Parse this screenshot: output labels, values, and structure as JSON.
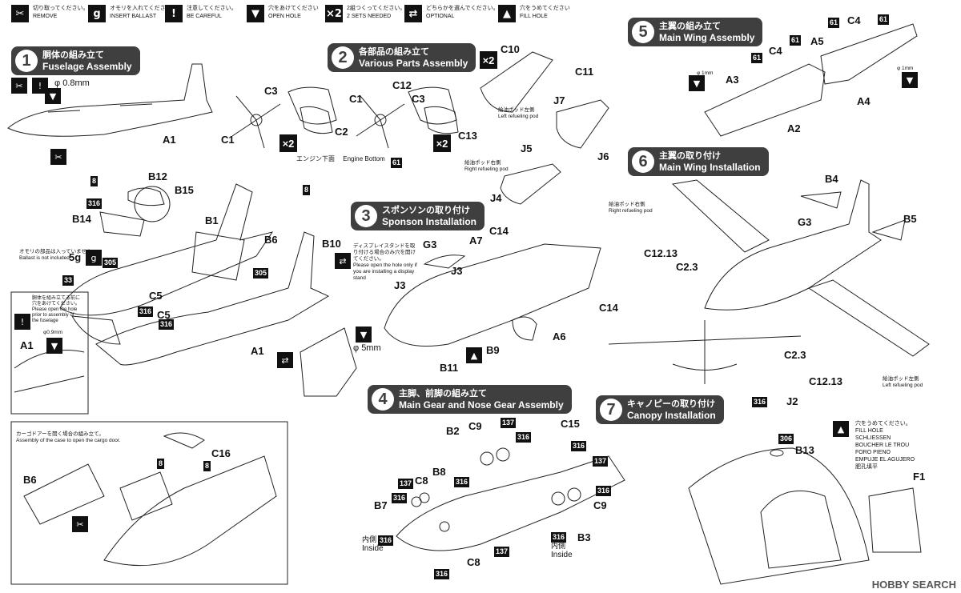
{
  "legend": [
    {
      "icon_char": "✂",
      "jp": "切り取ってください。",
      "en": "REMOVE",
      "name": "remove-icon"
    },
    {
      "icon_char": "g",
      "jp": "オモリを入れてください",
      "en": "INSERT BALLAST",
      "name": "ballast-icon"
    },
    {
      "icon_char": "!",
      "jp": "注意してください。",
      "en": "BE CAREFUL",
      "name": "caution-icon"
    },
    {
      "icon_char": "▼",
      "jp": "穴をあけてください",
      "en": "OPEN HOLE",
      "name": "open-hole-icon"
    },
    {
      "icon_char": "×2",
      "jp": "2組つくってください。",
      "en": "2 SETS NEEDED",
      "name": "two-sets-icon"
    },
    {
      "icon_char": "⇄",
      "jp": "どちらかを選んでください。",
      "en": "OPTIONAL",
      "name": "optional-icon"
    },
    {
      "icon_char": "▲",
      "jp": "穴をうめてください",
      "en": "FILL HOLE",
      "name": "fill-hole-icon"
    }
  ],
  "steps": [
    {
      "num": "1",
      "jp": "胴体の組み立て",
      "en": "Fuselage Assembly"
    },
    {
      "num": "2",
      "jp": "各部品の組み立て",
      "en": "Various Parts Assembly"
    },
    {
      "num": "3",
      "jp": "スポンソンの取り付け",
      "en": "Sponson Installation"
    },
    {
      "num": "4",
      "jp": "主脚、前脚の組み立て",
      "en": "Main Gear and Nose Gear Assembly"
    },
    {
      "num": "5",
      "jp": "主翼の組み立て",
      "en": "Main Wing Assembly"
    },
    {
      "num": "6",
      "jp": "主翼の取り付け",
      "en": "Main Wing Installation"
    },
    {
      "num": "7",
      "jp": "キャノピーの取り付け",
      "en": "Canopy Installation"
    }
  ],
  "labels": {
    "a1_top": "A1",
    "phi08": "φ 0.8mm",
    "b12": "B12",
    "b15": "B15",
    "b14": "B14",
    "b1": "B1",
    "b6": "B6",
    "b10": "B10",
    "c5a": "C5",
    "c5b": "C5",
    "a1_mid": "A1",
    "phi5": "φ 5mm",
    "a1_left": "A1",
    "phi09": "φ0.9mm",
    "c3a": "C3",
    "c2": "C2",
    "c1a": "C1",
    "c1b": "C1",
    "c12": "C12",
    "c3b": "C3",
    "c13": "C13",
    "c10": "C10",
    "c11": "C11",
    "j7": "J7",
    "j6": "J6",
    "j5": "J5",
    "j4": "J4",
    "g3a": "G3",
    "a7": "A7",
    "c14a": "C14",
    "j3a": "J3",
    "j3b": "J3",
    "c14b": "C14",
    "a6": "A6",
    "b9": "B9",
    "b11": "B11",
    "b2": "B2",
    "c9a": "C9",
    "c15": "C15",
    "b8": "B8",
    "c8a": "C8",
    "b7": "B7",
    "c9b": "C9",
    "b3": "B3",
    "c8b": "C8",
    "inside_jp_a": "内側",
    "inside_a": "Inside",
    "inside_jp_b": "内側",
    "inside_b": "Inside",
    "c4a": "C4",
    "c4b": "C4",
    "a5": "A5",
    "a3": "A3",
    "a4": "A4",
    "a2": "A2",
    "phi1a": "φ 1mm",
    "phi1b": "φ 1mm",
    "b4": "B4",
    "b5": "B5",
    "g3b": "G3",
    "c1213a": "C12.13",
    "c23a": "C2.3",
    "c23b": "C2.3",
    "c1213b": "C12.13",
    "j2": "J2",
    "b13": "B13",
    "f1": "F1",
    "b6_inset": "B6",
    "c16": "C16"
  },
  "notes": {
    "ballast_jp": "オモリの部品は入っていません。",
    "ballast_en": "Ballast is not included",
    "hole_jp": "胴体を組み立てる前に穴をあけてください。",
    "hole_en": "Please open the hole prior to assembly of the fuselage",
    "engine_jp": "エンジン下面",
    "engine_en": "Engine Bottom",
    "stand_jp": "ディスプレイスタンドを取り付ける場合のみ穴を開けてください。",
    "stand_en": "Please open the hole only if you are installing a display stand",
    "pod_left_jp": "給油ポッド左側",
    "pod_left_en": "Left refueling pod",
    "pod_right_jp": "給油ポッド右側",
    "pod_right_en": "Right refueling pod",
    "pod_right2_jp": "給油ポッド右側",
    "pod_right2_en": "Right refueling pod",
    "pod_left2_jp": "給油ポッド左側",
    "pod_left2_en": "Left refueling pod",
    "cargo_jp": "カーゴドアーを開く場合の組み立て。",
    "cargo_en": "Assembly of the case to open the cargo door.",
    "fill_lines": [
      "穴をうめてください。",
      "FILL HOLE",
      "SCHLIESSEN",
      "BOUCHER LE TROU",
      "FORO PIENO",
      "EMPUJE EL AGUJERO",
      "肥孔填平"
    ]
  },
  "part_nums": {
    "n8a": "8",
    "n316a": "316",
    "n5g": "5g",
    "n305a": "305",
    "n305b": "305",
    "n33": "33",
    "n316b": "316",
    "n316c": "316",
    "n61a": "61",
    "n8b": "8",
    "n8c": "8",
    "n8d": "8",
    "n137a": "137",
    "n316d": "316",
    "n316e": "316",
    "n316f": "316",
    "n137b": "137",
    "n316g": "316",
    "n137c": "137",
    "n316h": "316",
    "n316i": "316",
    "n316j": "316",
    "n137d": "137",
    "n316k": "316",
    "n316l": "316",
    "n61b": "61",
    "n61c": "61",
    "n61d": "61",
    "n61e": "61",
    "n316m": "316",
    "n306": "306"
  },
  "x2_marks": [
    "×2",
    "×2",
    "×2"
  ],
  "footer": "HOBBY SEARCH"
}
